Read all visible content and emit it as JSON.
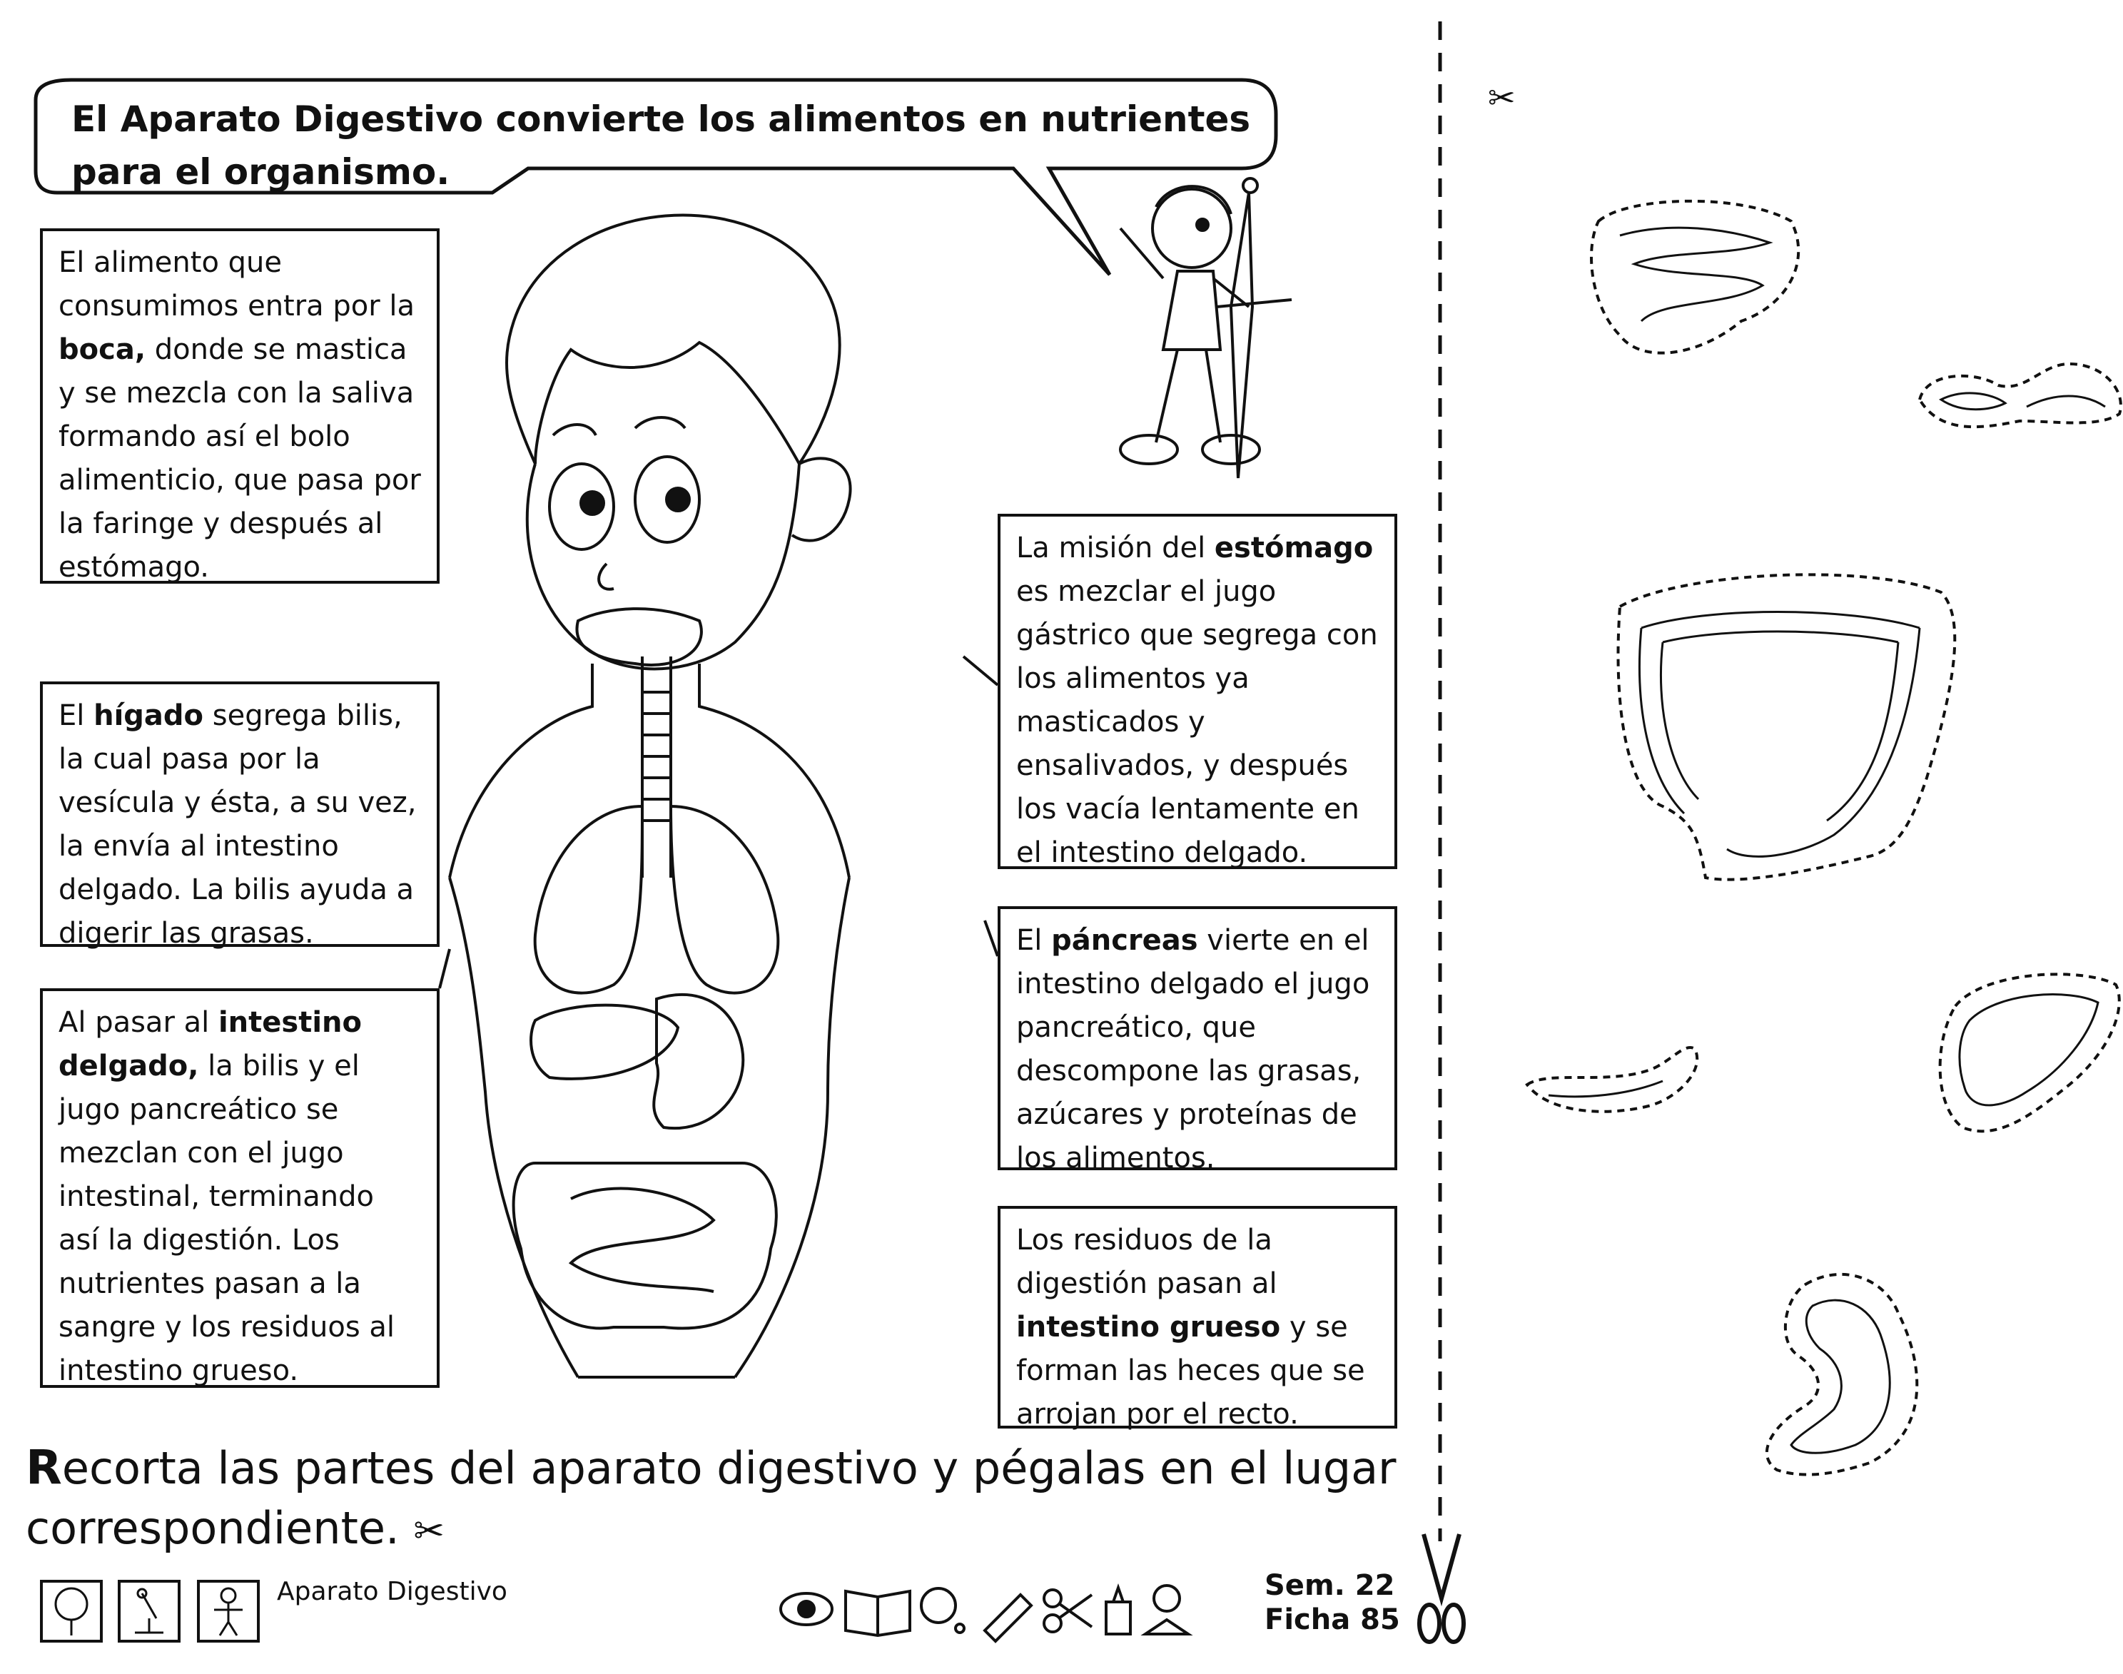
{
  "title_bubble": {
    "line1": "El Aparato Digestivo convierte los alimentos en nutrientes",
    "line2": "para el organismo."
  },
  "boxes": {
    "boca": {
      "pre": "El alimento que consumimos entra por la ",
      "bold": "boca,",
      "post": " donde se mastica y se mezcla con la saliva formando así el bolo alimenticio, que pasa por la faringe y después al estómago."
    },
    "higado": {
      "pre": "El ",
      "bold": "hígado",
      "post": " segrega bilis, la cual pasa por la vesícula y ésta, a su vez, la envía al intestino delgado. La bilis ayuda a digerir las grasas."
    },
    "intestino_delgado": {
      "pre": "Al pasar al ",
      "bold": "intestino delgado,",
      "post": " la bilis y el jugo pancreático se mezclan con el jugo intestinal, terminando así la digestión. Los nutrientes pasan a la sangre y los residuos al intestino grueso."
    },
    "estomago": {
      "pre": "La misión del ",
      "bold": "estómago",
      "post": " es mezclar el jugo gástrico que segrega con los alimentos ya masticados y ensalivados, y después los vacía lentamente en el intestino delgado."
    },
    "pancreas": {
      "pre": "El ",
      "bold": "páncreas",
      "post": " vierte en el intestino delgado el jugo pancreático, que descompone las grasas, azúcares y proteínas de los alimentos."
    },
    "intestino_grueso": {
      "pre": "Los residuos de la digestión pasan al ",
      "bold": "intestino grueso",
      "post": " y se forman las heces que se arrojan por el recto."
    }
  },
  "instruction": {
    "cap": "R",
    "text": "ecorta las partes del aparato digestivo y pégalas en el lugar correspondiente."
  },
  "footer": {
    "topic": "Aparato Digestivo",
    "sem": "Sem. 22",
    "ficha": "Ficha 85",
    "icons": [
      "tree-icon",
      "microscope-icon",
      "child-icon",
      "eye-icon",
      "book-icon",
      "thinking-icon",
      "crayon-icon",
      "scissors-icon",
      "glue-icon",
      "reading-child-icon"
    ]
  }
}
